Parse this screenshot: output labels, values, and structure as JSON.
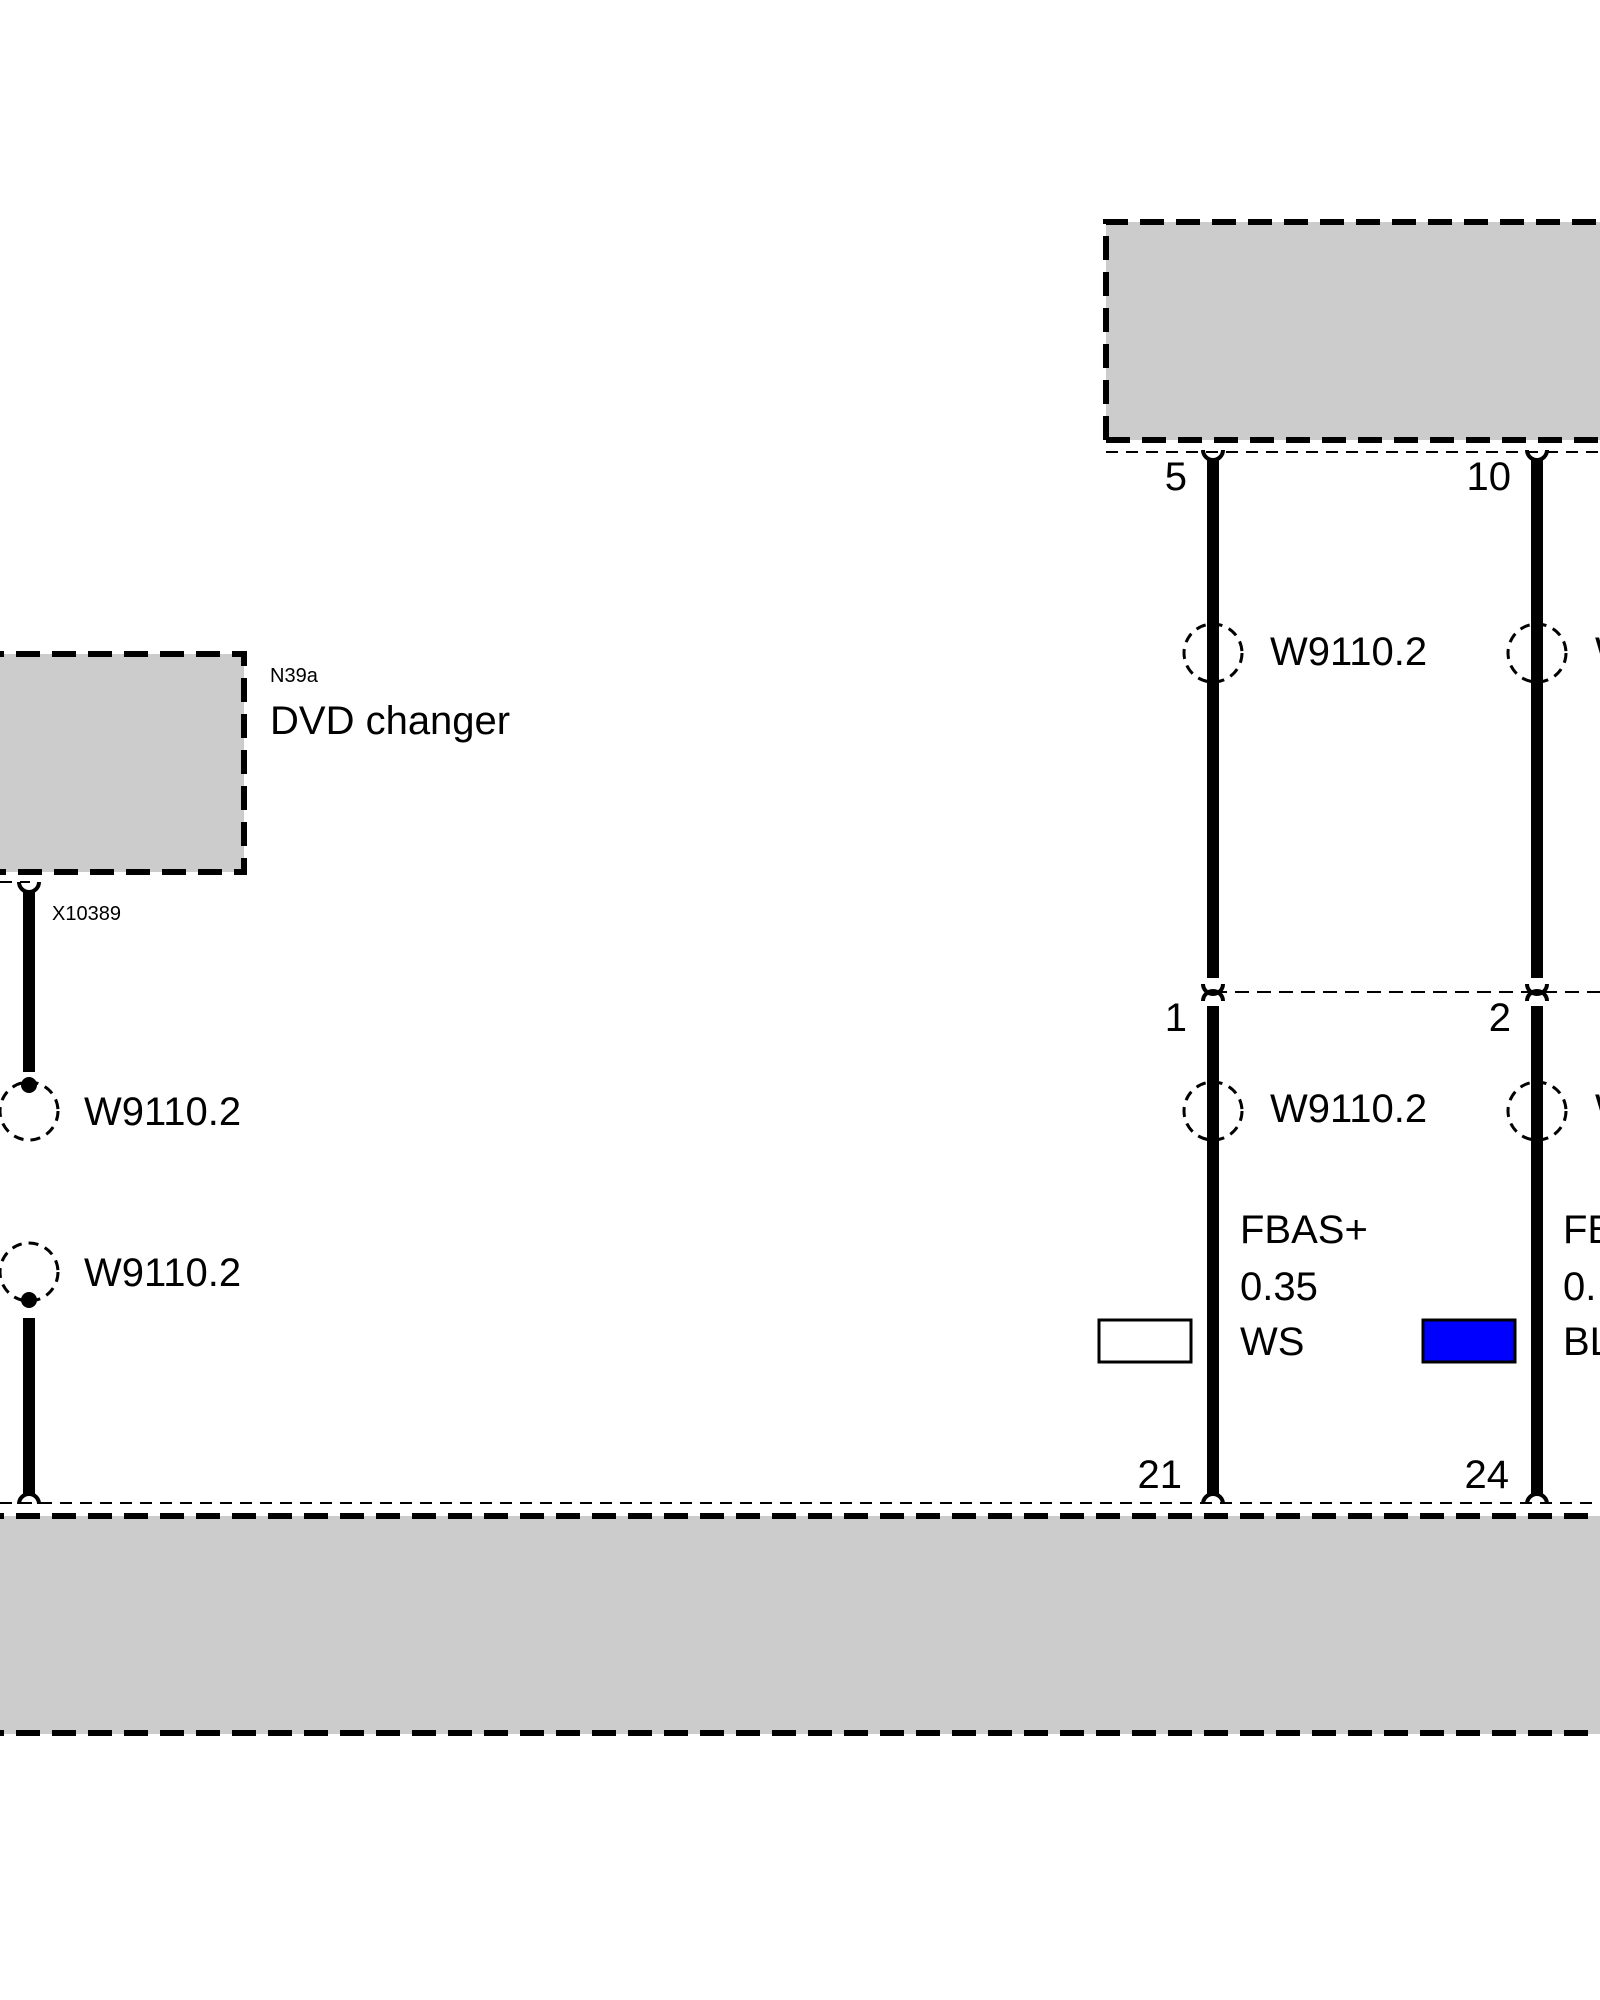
{
  "components": {
    "dvd_changer": {
      "code": "N39a",
      "name": "DVD changer",
      "connector": "X10389"
    }
  },
  "shield_label": "W9110.2",
  "pins": {
    "top_left": "5",
    "top_right": "10",
    "mid_left": "1",
    "mid_right": "2",
    "bottom_left": "21",
    "bottom_right": "24"
  },
  "wires": [
    {
      "signal": "FBAS+",
      "gauge": "0.35",
      "color_code": "WS",
      "color": "#ffffff"
    },
    {
      "signal": "FB",
      "gauge": "0.",
      "color_code": "BL",
      "color": "#0000ff"
    }
  ],
  "colors": {
    "component_fill": "#cccccc",
    "wire": "#000000"
  }
}
